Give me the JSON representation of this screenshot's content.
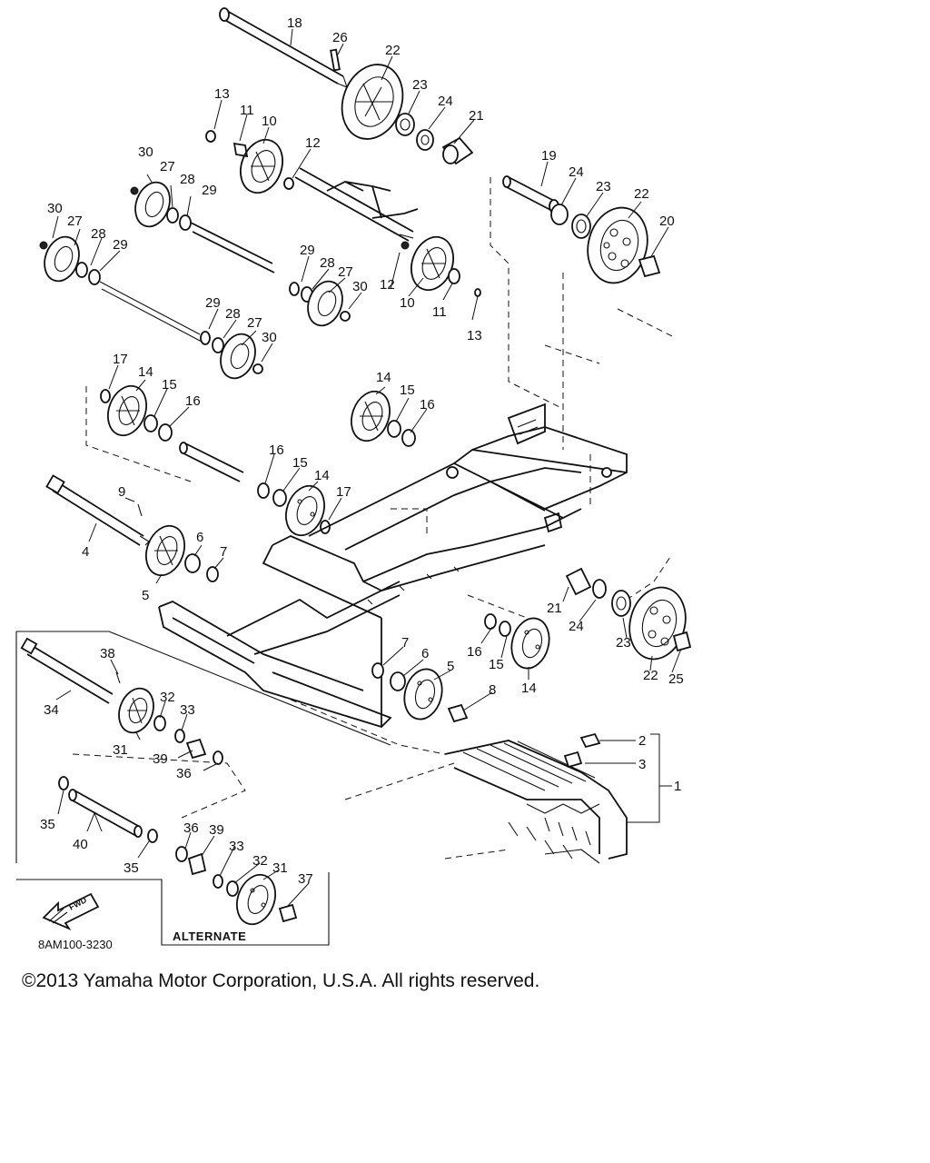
{
  "diagram": {
    "drawing_code": "8AM100-3230",
    "alternate_label": "ALTERNATE",
    "forward_label": "FWD",
    "callouts": [
      "18",
      "26",
      "22",
      "23",
      "24",
      "21",
      "13",
      "11",
      "10",
      "12",
      "19",
      "24",
      "23",
      "22",
      "20",
      "30",
      "27",
      "28",
      "29",
      "30",
      "27",
      "28",
      "29",
      "29",
      "28",
      "27",
      "30",
      "12",
      "10",
      "11",
      "13",
      "29",
      "28",
      "27",
      "30",
      "17",
      "14",
      "15",
      "16",
      "14",
      "15",
      "16",
      "16",
      "15",
      "14",
      "17",
      "9",
      "4",
      "5",
      "6",
      "7",
      "7",
      "6",
      "5",
      "8",
      "21",
      "24",
      "23",
      "22",
      "25",
      "16",
      "15",
      "14",
      "38",
      "34",
      "32",
      "33",
      "31",
      "39",
      "36",
      "2",
      "3",
      "1",
      "35",
      "40",
      "36",
      "39",
      "35",
      "33",
      "32",
      "31",
      "37"
    ]
  },
  "footer": {
    "copyright": "©2013 Yamaha Motor Corporation, U.S.A. All rights reserved."
  }
}
